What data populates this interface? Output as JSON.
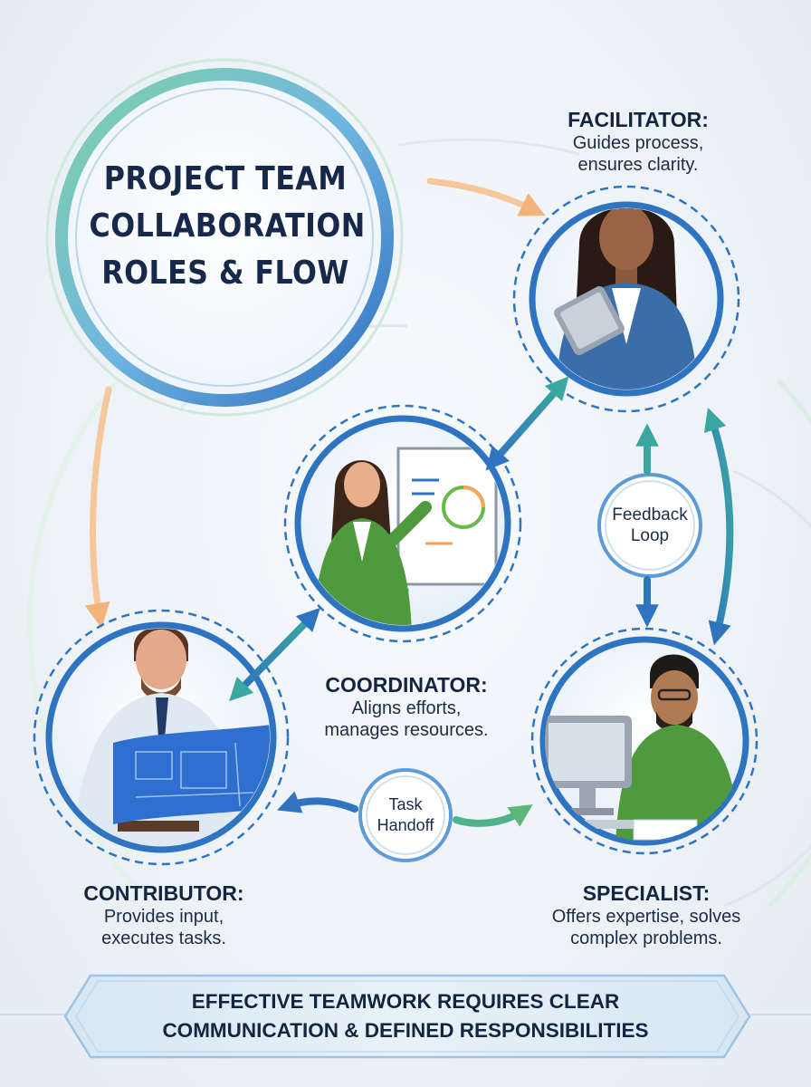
{
  "title": {
    "line1": "PROJECT TEAM",
    "line2": "COLLABORATION",
    "line3": "ROLES & FLOW"
  },
  "roles": {
    "facilitator": {
      "label": "FACILITATOR:",
      "desc1": "Guides process,",
      "desc2": "ensures clarity."
    },
    "coordinator": {
      "label": "COORDINATOR:",
      "desc1": "Aligns efforts,",
      "desc2": "manages resources."
    },
    "contributor": {
      "label": "CONTRIBUTOR:",
      "desc1": "Provides input,",
      "desc2": "executes tasks."
    },
    "specialist": {
      "label": "SPECIALIST:",
      "desc1": "Offers expertise, solves",
      "desc2": "complex problems."
    }
  },
  "bubbles": {
    "feedback": {
      "line1": "Feedback",
      "line2": "Loop"
    },
    "handoff": {
      "line1": "Task",
      "line2": "Handoff"
    }
  },
  "banner": {
    "line1": "EFFECTIVE TEAMWORK REQUIRES CLEAR",
    "line2": "COMMUNICATION & DEFINED RESPONSIBILITIES"
  },
  "colors": {
    "navy": "#17294a",
    "blue": "#2f74c0",
    "teal": "#3aa8a0",
    "green": "#6ab84a",
    "orange": "#f2a65a"
  }
}
